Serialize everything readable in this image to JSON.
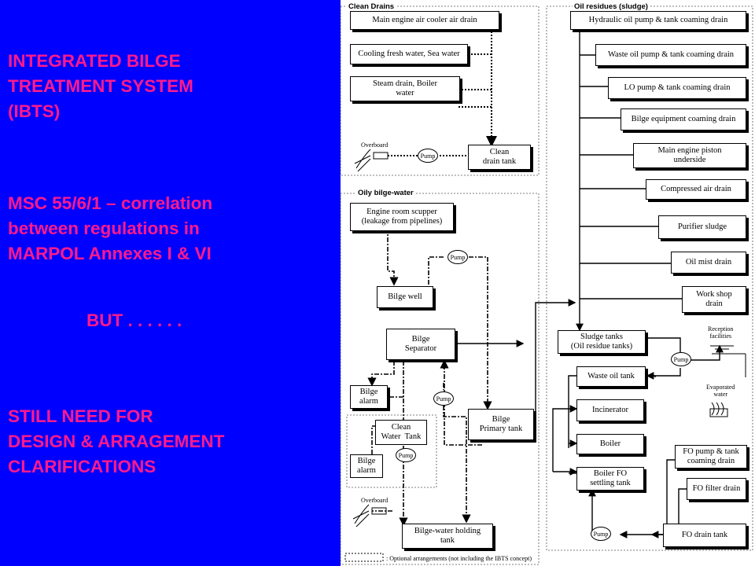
{
  "slide": {
    "title": "INTEGRATED BILGE\nTREATMENT SYSTEM\n(IBTS)",
    "msc": "MSC 55/6/1 – correlation\nbetween regulations in\nMARPOL Annexes I & VI",
    "but": "BUT . . . . . .",
    "need": "STILL NEED FOR\nDESIGN & ARRAGEMENT\nCLARIFICATIONS"
  },
  "diagram": {
    "groups": {
      "clean_drains": "Clean Drains",
      "oil_residues": "Oil residues (sludge)",
      "oily_bilge": "Oily bilge-water"
    },
    "clean": {
      "main_engine_air_cooler": "Main engine air cooler air drain",
      "cooling_water": "Cooling fresh water, Sea water",
      "steam_drain": "Steam drain, Boiler\nwater",
      "clean_drain_tank": "Clean\ndrain tank",
      "overboard": "Overboard",
      "pump": "Pump"
    },
    "bilge": {
      "engine_room_scupper": "Engine room scupper\n(leakage from pipelines)",
      "bilge_well": "Bilge well",
      "bilge_separator": "Bilge\nSeparator",
      "bilge_alarm_1": "Bilge\nalarm",
      "clean_water_tank": "Clean\nWater  Tank",
      "bilge_alarm_2": "Bilge\nalarm",
      "bilge_primary_tank": "Bilge\nPrimary tank",
      "holding_tank": "Bilge-water holding\ntank",
      "overboard": "Overboard",
      "pump": "Pump"
    },
    "residues": {
      "hydraulic": "Hydraulic oil pump & tank coaming drain",
      "waste_oil_pump": "Waste oil pump & tank coaming drain",
      "lo_pump": "LO pump & tank coaming drain",
      "bilge_equipment": "Bilge equipment coaming drain",
      "piston_underside": "Main engine piston\nunderside",
      "compressed_air": "Compressed air drain",
      "purifier_sludge": "Purifier sludge",
      "oil_mist": "Oil mist drain",
      "workshop": "Work shop\ndrain",
      "sludge_tanks": "Sludge tanks\n(Oil residue tanks)",
      "reception": "Reception\nfacilities",
      "waste_oil_tank": "Waste oil tank",
      "evaporated": "Evaporated\nwater",
      "incinerator": "Incinerator",
      "boiler": "Boiler",
      "boiler_fo": "Boiler FO\nsettling tank",
      "fo_pump": "FO pump & tank\ncoaming drain",
      "fo_filter": "FO filter drain",
      "fo_drain_tank": "FO drain tank",
      "pump": "Pump"
    },
    "legend": ": Optional arrangements (not including the IBTS concept)"
  },
  "colors": {
    "background": "#0000ff",
    "text": "#ff1a8c"
  }
}
